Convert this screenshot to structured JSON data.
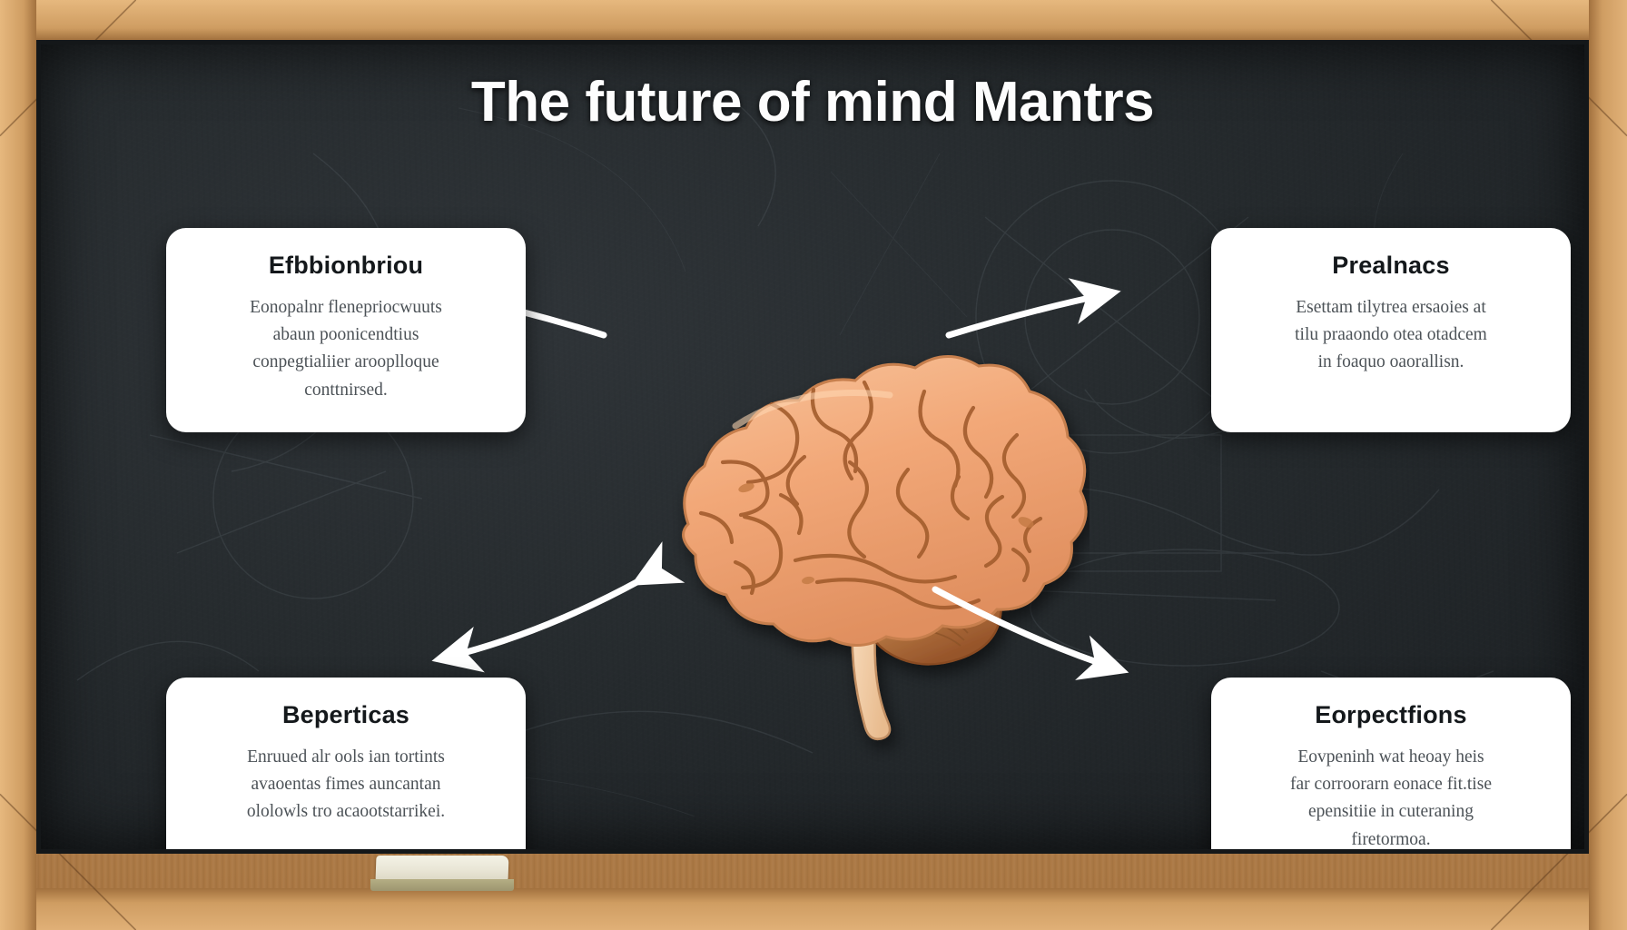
{
  "scene": {
    "type": "chalkboard-infographic",
    "frame_color": "#c9975c",
    "board_color": "#262b2e",
    "accent_color": "#ffffff",
    "brain_color": "#f0a878",
    "cerebellum_color": "#b0743f"
  },
  "title": "The future of mind Mantrs",
  "cards": {
    "top_left": {
      "title": "Efbbionbriou",
      "lines": [
        "Eonopalnr flenepriocwuuts",
        "abaun poonicendtius",
        "conpegtialiier arooplloque",
        "conttnirsed."
      ]
    },
    "top_right": {
      "title": "Prealnacs",
      "lines": [
        "Esettam tilytrea ersaoies at",
        "tilu praaondo otea otadcem",
        "in foaquo oaorallisn."
      ]
    },
    "bottom_left": {
      "title": "Beperticas",
      "lines": [
        "Enruued alr ools ian tortints",
        "avaoentas fimes auncantan",
        "ololowls tro acaootstarrikei."
      ]
    },
    "bottom_right": {
      "title": "Eorpectfions",
      "lines": [
        "Eovpeninh wat heoay heis",
        "far corroorarn eonace fit.tise",
        "epensitiie in cuteraning",
        "firetormoa."
      ]
    }
  },
  "center_graphic": {
    "name": "human-brain-illustration",
    "label": "brain"
  },
  "arrows": [
    {
      "name": "arrow-to-top-left",
      "direction": "left",
      "double_headed": false
    },
    {
      "name": "arrow-to-top-right",
      "direction": "right",
      "double_headed": false
    },
    {
      "name": "arrow-to-bottom-left",
      "direction": "left",
      "double_headed": true
    },
    {
      "name": "arrow-to-bottom-right",
      "direction": "right-down",
      "double_headed": false
    }
  ],
  "ledge": {
    "eraser_label": "chalkboard-eraser"
  }
}
